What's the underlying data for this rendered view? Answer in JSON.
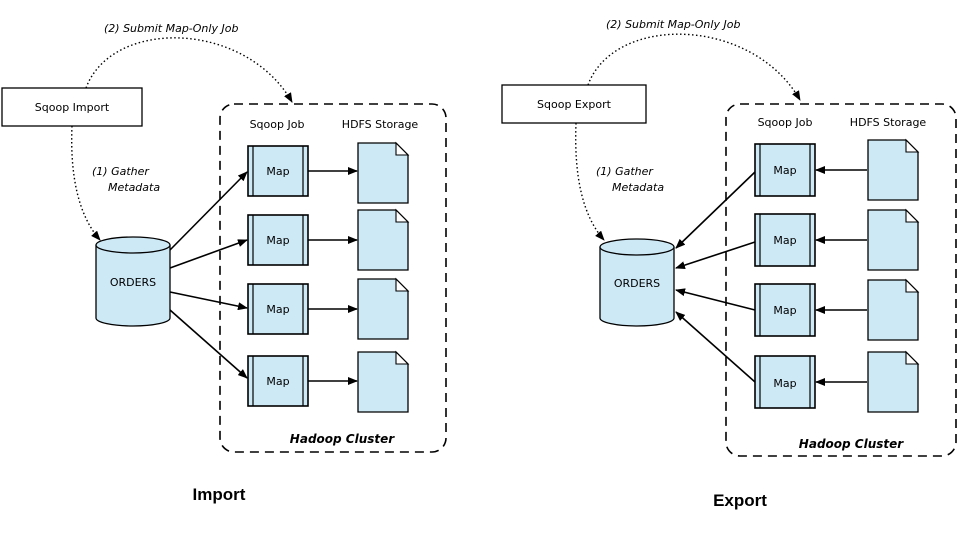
{
  "import": {
    "tool_label": "Sqoop Import",
    "step_gather": [
      "(1) Gather",
      "Metadata"
    ],
    "step_submit": "(2) Submit Map-Only Job",
    "db_label": "ORDERS",
    "col_sqoop_job": "Sqoop Job",
    "col_hdfs": "HDFS Storage",
    "map_labels": [
      "Map",
      "Map",
      "Map",
      "Map"
    ],
    "cluster_label": "Hadoop Cluster",
    "caption": "Import"
  },
  "export": {
    "tool_label": "Sqoop Export",
    "step_gather": [
      "(1) Gather",
      "Metadata"
    ],
    "step_submit": "(2) Submit Map-Only Job",
    "db_label": "ORDERS",
    "col_sqoop_job": "Sqoop Job",
    "col_hdfs": "HDFS Storage",
    "map_labels": [
      "Map",
      "Map",
      "Map",
      "Map"
    ],
    "cluster_label": "Hadoop Cluster",
    "caption": "Export"
  },
  "colors": {
    "node_fill": "#cde9f6",
    "stroke": "#000000"
  }
}
